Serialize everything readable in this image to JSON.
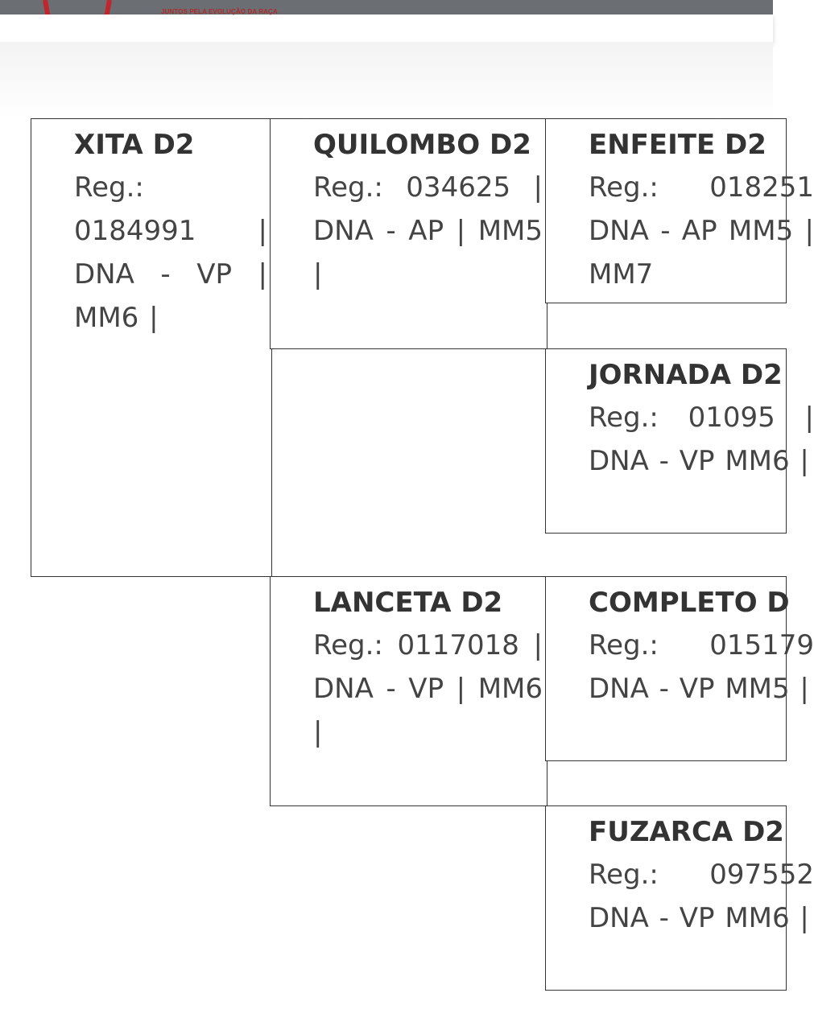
{
  "header": {
    "tagline": "JUNTOS PELA EVOLUÇÃO DA RAÇA",
    "bar_color": "#6b6e73",
    "logo_color": "#c0272d"
  },
  "pedigree": {
    "animal": {
      "name": "XITA D2",
      "info": "Reg.: 0184991 | DNA - VP | MM6 |"
    },
    "sire": {
      "name": "QUILOMBO D2",
      "info": "Reg.: 034625 | DNA - AP | MM5 |"
    },
    "sire_sire": {
      "name": "ENFEITE D2",
      "info": "Reg.: 018251 DNA - AP MM5 | MM7"
    },
    "sire_dam": {
      "name": "JORNADA D2",
      "info": "Reg.: 01095 | DNA - VP MM6 |"
    },
    "dam": {
      "name": "LANCETA D2",
      "info": "Reg.: 0117018 | DNA - VP | MM6 |"
    },
    "dam_sire": {
      "name": "COMPLETO D",
      "info": "Reg.: 015179 DNA - VP MM5 |"
    },
    "dam_dam": {
      "name": "FUZARCA D2",
      "info": "Reg.: 097552 DNA - VP MM6 |"
    }
  }
}
